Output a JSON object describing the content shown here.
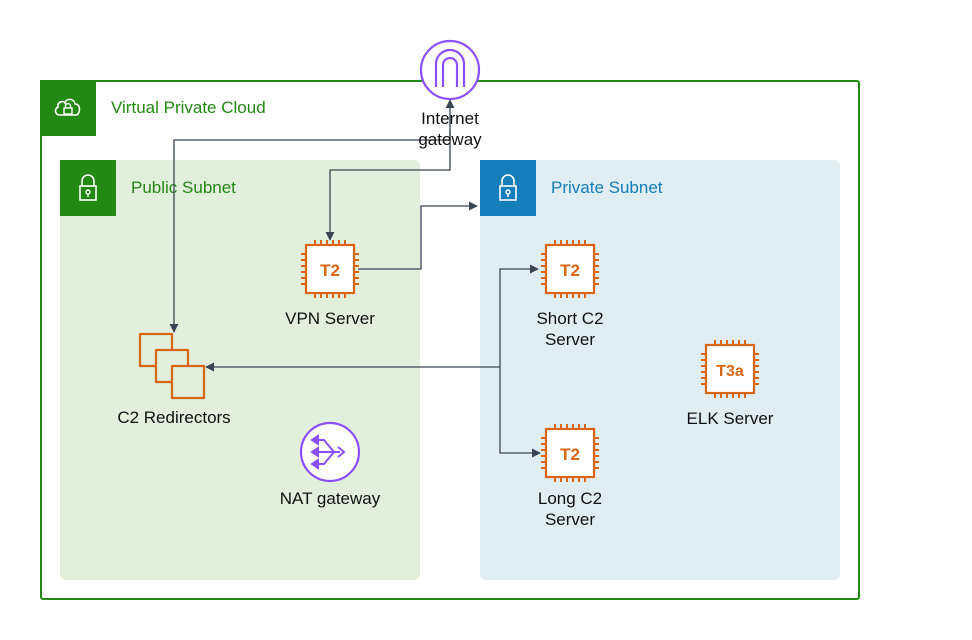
{
  "vpc": {
    "title": "Virtual Private Cloud"
  },
  "public_subnet": {
    "title": "Public Subnet"
  },
  "private_subnet": {
    "title": "Private Subnet"
  },
  "nodes": {
    "internet_gateway": {
      "line1": "Internet",
      "line2": "gateway"
    },
    "vpn_server": {
      "chip": "T2",
      "line1": "VPN Server"
    },
    "c2_redirectors": {
      "line1": "C2 Redirectors"
    },
    "nat_gateway": {
      "line1": "NAT gateway"
    },
    "short_c2": {
      "chip": "T2",
      "line1": "Short C2",
      "line2": "Server"
    },
    "long_c2": {
      "chip": "T2",
      "line1": "Long C2",
      "line2": "Server"
    },
    "elk_server": {
      "chip": "T3a",
      "line1": "ELK Server"
    }
  },
  "colors": {
    "vpc_green": "#248814",
    "private_blue": "#147EBA",
    "compute_orange": "#D86613",
    "network_purple": "#8C4FFF",
    "connector": "#3A4553"
  },
  "icons": {
    "vpc": "cloud-lock-icon",
    "subnet": "padlock-icon",
    "internet_gateway": "internet-gateway-icon",
    "ec2": "ec2-instance-chip-icon",
    "redirectors": "stacked-instances-icon",
    "nat": "nat-gateway-icon"
  }
}
